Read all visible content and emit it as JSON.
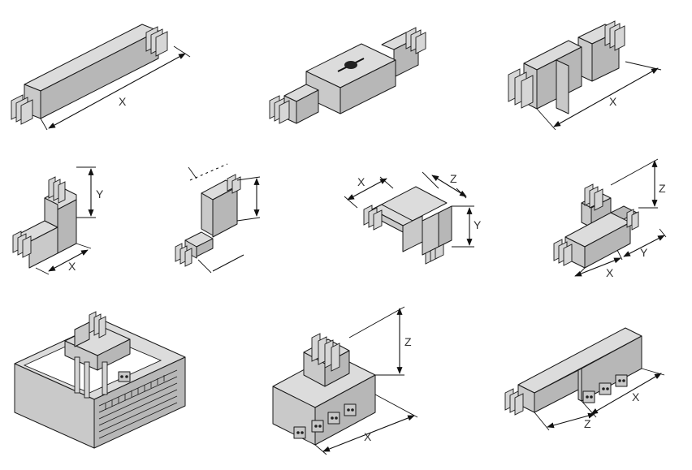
{
  "labels": {
    "x": "X",
    "y": "Y",
    "z": "Z"
  },
  "colors": {
    "fill_light": "#dcdcdc",
    "fill_mid": "#c9c9c9",
    "fill_dark": "#b7b7b7",
    "line": "#1a1a1a"
  },
  "components": [
    {
      "id": "straight-length",
      "dims": [
        "X"
      ]
    },
    {
      "id": "joint-unit",
      "dims": []
    },
    {
      "id": "reducer-unit",
      "dims": [
        "X"
      ]
    },
    {
      "id": "flat-elbow",
      "dims": [
        "X",
        "Y"
      ]
    },
    {
      "id": "offset-unit",
      "dims": []
    },
    {
      "id": "edge-elbow",
      "dims": [
        "X",
        "Y",
        "Z"
      ]
    },
    {
      "id": "tee-unit",
      "dims": [
        "X",
        "Y",
        "Z"
      ]
    },
    {
      "id": "switchboard-flange",
      "dims": []
    },
    {
      "id": "tap-off-box",
      "dims": [
        "X",
        "Z"
      ]
    },
    {
      "id": "end-feed-unit",
      "dims": [
        "X",
        "Z"
      ]
    }
  ],
  "icons": {
    "joint_bolt": "bolt-icon"
  }
}
